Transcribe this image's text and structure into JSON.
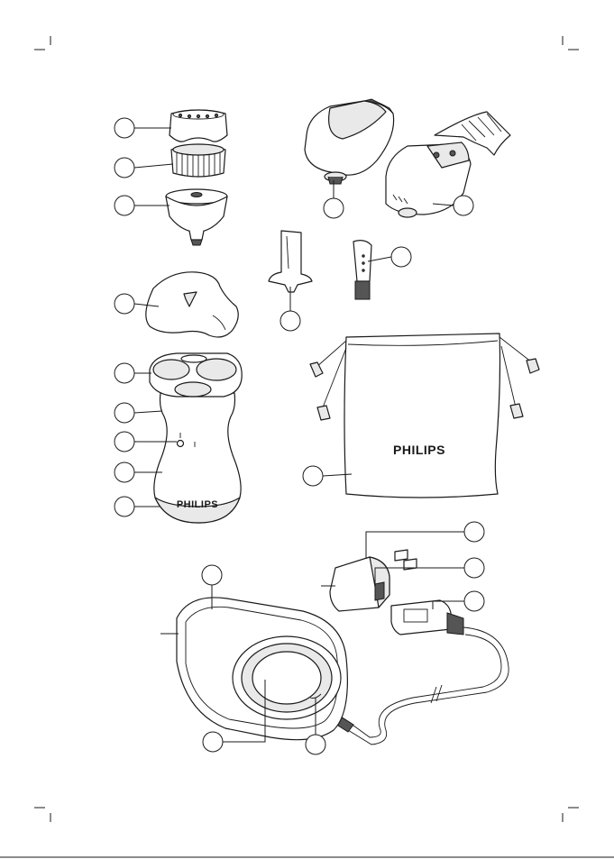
{
  "brand": {
    "shaver_logo": "PHILIPS",
    "pouch_logo": "PHILIPS"
  },
  "callouts": [
    {
      "id": "c-cleaning-brush-cap"
    },
    {
      "id": "c-cleaning-brush-head"
    },
    {
      "id": "c-coupling-base"
    },
    {
      "id": "c-protection-cap"
    },
    {
      "id": "c-shaving-unit"
    },
    {
      "id": "c-handle-top"
    },
    {
      "id": "c-power-button"
    },
    {
      "id": "c-handle-body"
    },
    {
      "id": "c-handle-base"
    },
    {
      "id": "c-precision-trimmer"
    },
    {
      "id": "c-beard-styler"
    },
    {
      "id": "c-cleaning-brush-small"
    },
    {
      "id": "c-clip"
    },
    {
      "id": "c-pouch"
    },
    {
      "id": "c-adapter"
    },
    {
      "id": "c-adapter-plug"
    },
    {
      "id": "c-usb-plug"
    },
    {
      "id": "c-charging-pad"
    },
    {
      "id": "c-charging-surface"
    },
    {
      "id": "c-charging-light"
    }
  ]
}
